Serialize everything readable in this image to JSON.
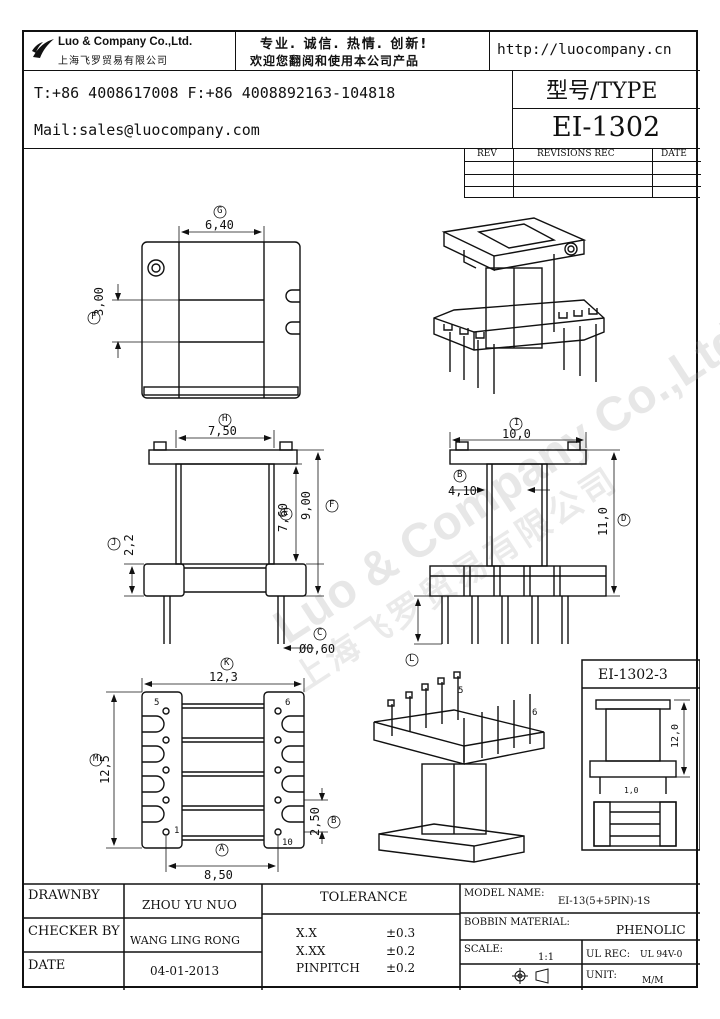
{
  "header": {
    "company_en": "Luo & Company Co.,Ltd.",
    "company_cn": "上海飞罗贸易有限公司",
    "slogan_line1": "专业. 诚信. 热情. 创新!",
    "slogan_line2": "欢迎您翻阅和使用本公司产品",
    "website": "http://luocompany.cn",
    "phone_fax": "T:+86 4008617008 F:+86 4008892163-104818",
    "mail": "Mail:sales@luocompany.com",
    "type_label": "型号/TYPE",
    "model": "EI-1302"
  },
  "revisions": {
    "headers": [
      "REV",
      "REVISIONS REC",
      "DATE"
    ]
  },
  "watermark": {
    "en": "Luo & Company Co.,Ltd.",
    "cn": "上海飞罗贸易有限公司"
  },
  "dimensions": {
    "G_label": "G",
    "G_value": "6,40",
    "F_label": "F",
    "F_value": "3,00",
    "H_label": "H",
    "H_value": "7,50",
    "E_label": "E",
    "E_value": "7,60",
    "F2_label": "F",
    "F2_value": "9,00",
    "J_label": "J",
    "J_value": "2,2",
    "C_label": "C",
    "C_value": "Ø0,60",
    "I_label": "I",
    "I_value": "10,0",
    "B2_label": "B",
    "B2_value": "4,10",
    "D_label": "D",
    "D_value": "11,0",
    "L_label": "L",
    "K_label": "K",
    "K_value": "12,3",
    "M_label": "M",
    "M_value": "12,5",
    "A_label": "A",
    "A_value": "8,50",
    "B_label": "B",
    "B_value": "2,50",
    "pin_5": "5",
    "pin_6": "6",
    "pin_1": "1",
    "pin_10": "10",
    "iso_pin_5": "5",
    "iso_pin_6": "6"
  },
  "variant": {
    "title": "EI-1302-3",
    "height_value": "12,0",
    "pin_value": "1,0"
  },
  "title_block": {
    "drawnby_label": "DRAWNBY",
    "drawnby_value": "ZHOU YU NUO",
    "checker_label": "CHECKER BY",
    "checker_value": "WANG LING RONG",
    "date_label": "DATE",
    "date_value": "04-01-2013",
    "tolerance_label": "TOLERANCE",
    "tol_x_label": "X.X",
    "tol_x_value": "±0.3",
    "tol_xx_label": "X.XX",
    "tol_xx_value": "±0.2",
    "tol_pin_label": "PINPITCH",
    "tol_pin_value": "±0.2",
    "model_name_label": "MODEL NAME:",
    "model_name_value": "EI-13(5+5PIN)-1S",
    "bobbin_label": "BOBBIN MATERIAL:",
    "bobbin_value": "PHENOLIC",
    "scale_label": "SCALE:",
    "scale_value": "1:1",
    "ul_label": "UL REC:",
    "ul_value": "UL 94V-0",
    "unit_label": "UNIT:",
    "unit_value": "M/M"
  }
}
